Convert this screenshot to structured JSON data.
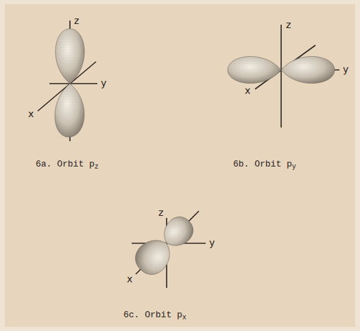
{
  "diagram": {
    "labels": [
      "z",
      "y",
      "x",
      "6a. Orbit pz",
      "z",
      "y",
      "x",
      "6b. Orbit py",
      "z",
      "y",
      "x",
      "6c. Orbit px"
    ]
  }
}
